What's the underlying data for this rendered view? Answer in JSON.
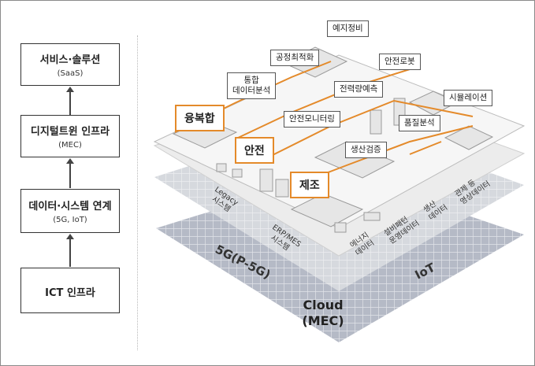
{
  "stack": [
    {
      "title": "서비스·솔루션",
      "sub": "(SaaS)"
    },
    {
      "title": "디지털트윈 인프라",
      "sub": "(MEC)"
    },
    {
      "title": "데이터·시스템 연계",
      "sub": "(5G, IoT)"
    },
    {
      "title": "ICT 인프라",
      "sub": ""
    }
  ],
  "highlights": {
    "fusion": "융복합",
    "safety": "안전",
    "manufacturing": "제조"
  },
  "services": {
    "predictive": "예지정비",
    "process_opt": "공정최적화",
    "integrated_1": "통합",
    "integrated_2": "데이터분석",
    "robot": "안전로봇",
    "power": "전력량예측",
    "simulation": "시뮬레이션",
    "monitoring": "안전모니터링",
    "quality": "품질분석",
    "production": "생산검증"
  },
  "data_layer": {
    "legacy": "Legacy\n시스템",
    "erp": "ERP/MES\n시스템",
    "energy": "에너지\n데이터",
    "equipment": "설비패턴\n운영데이터",
    "production": "생산\n데이터",
    "control": "관제 등\n영상데이터"
  },
  "network": {
    "fiveg": "5G(P-5G)",
    "iot": "IoT"
  },
  "cloud": {
    "line1": "Cloud",
    "line2": "(MEC)"
  }
}
